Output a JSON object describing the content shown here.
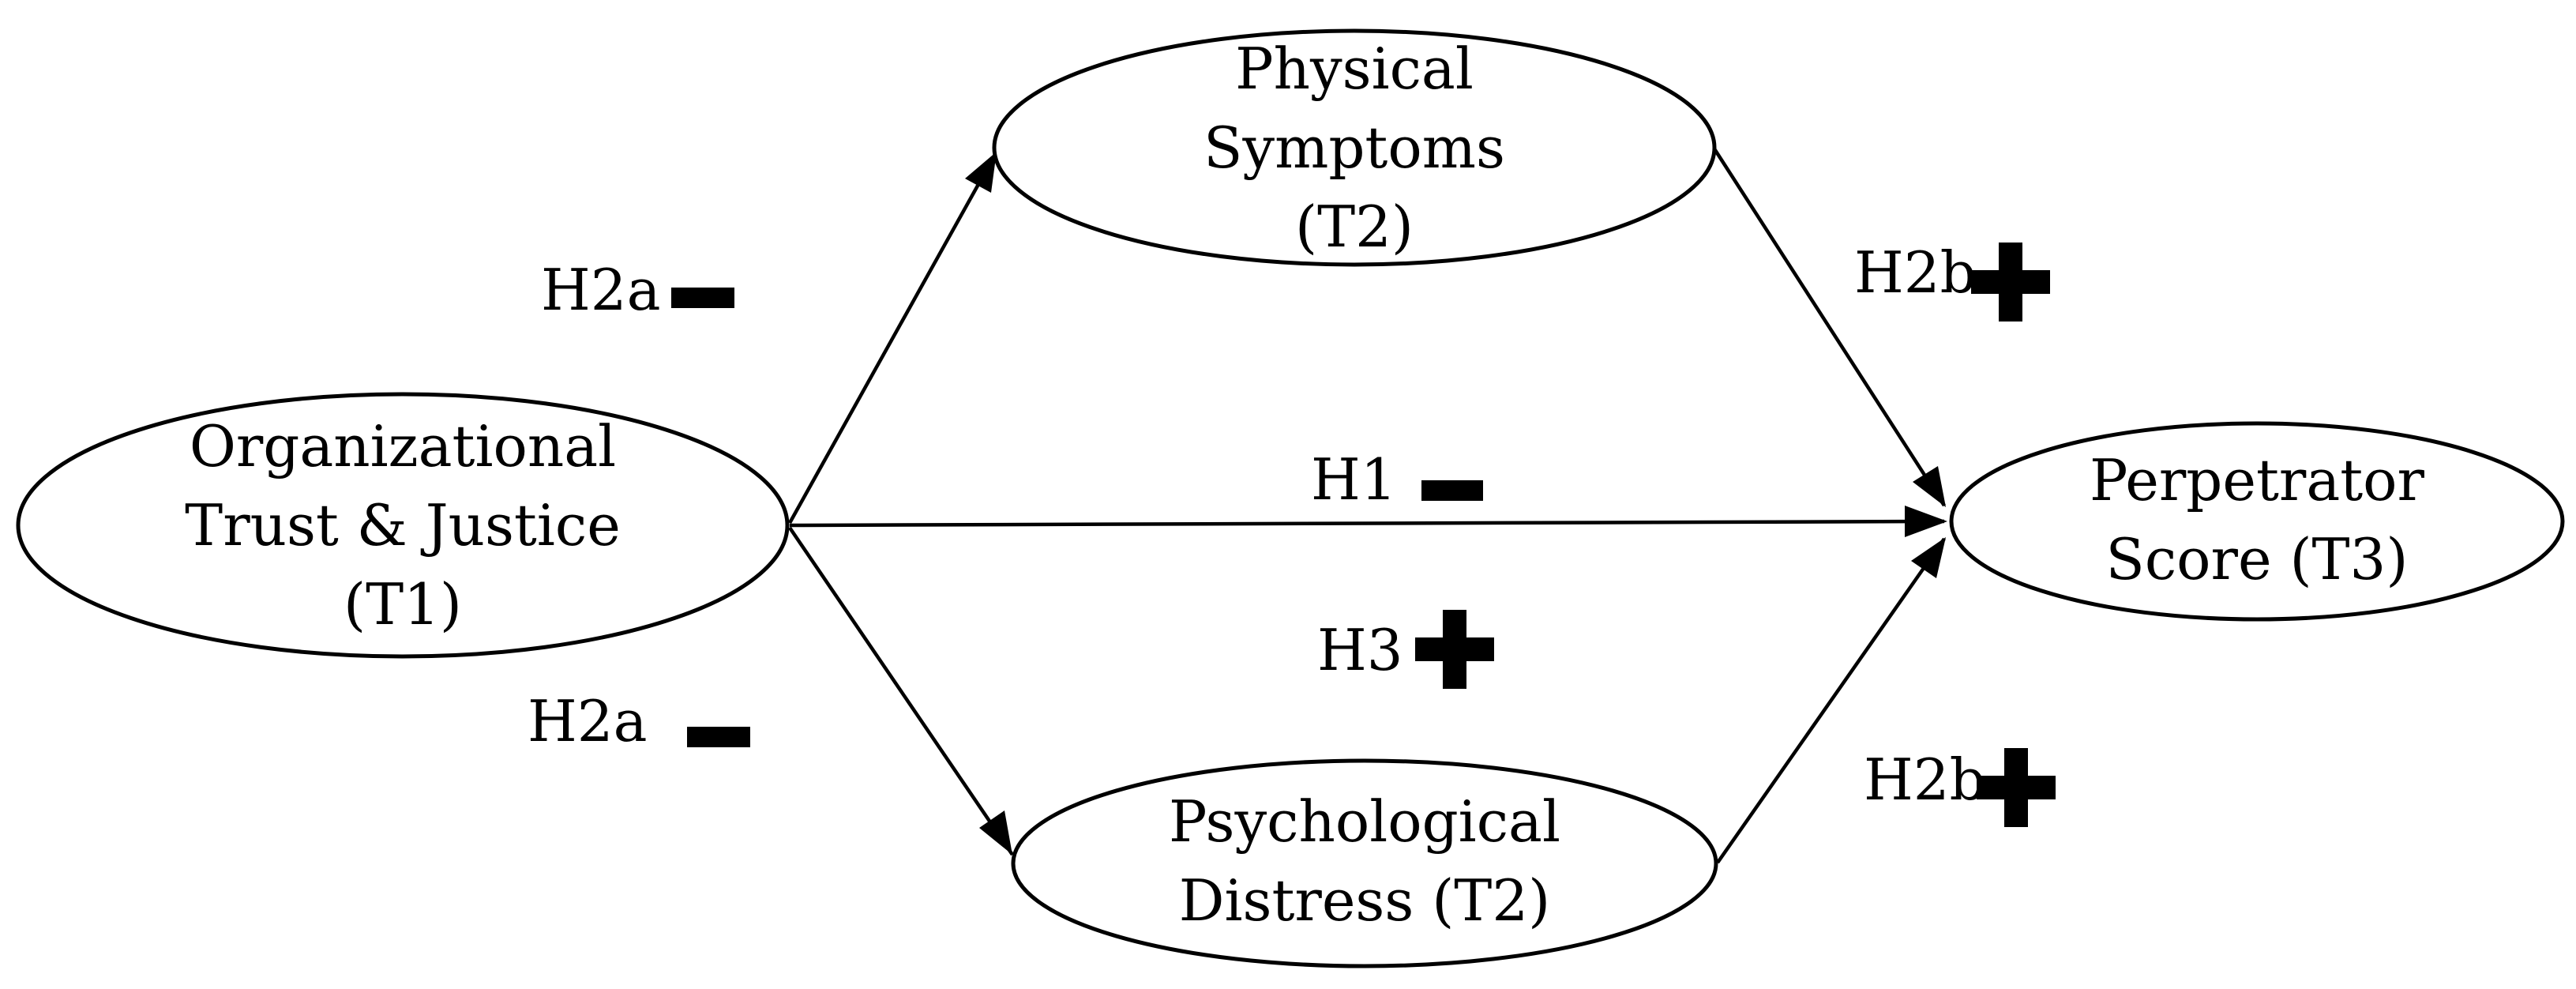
{
  "nodes": {
    "trust_justice": {
      "lines": [
        "Organizational",
        "Trust & Justice",
        "(T1)"
      ]
    },
    "physical_symptoms": {
      "lines": [
        "Physical",
        "Symptoms",
        "(T2)"
      ]
    },
    "psych_distress": {
      "lines": [
        "Psychological",
        "Distress (T2)"
      ]
    },
    "perpetrator": {
      "lines": [
        "Perpetrator",
        "Score (T3)"
      ]
    }
  },
  "paths": {
    "h2a_upper": {
      "label": "H2a",
      "sign": "minus"
    },
    "h2a_lower": {
      "label": "H2a",
      "sign": "minus"
    },
    "h1": {
      "label": "H1",
      "sign": "minus"
    },
    "h3": {
      "label": "H3",
      "sign": "plus"
    },
    "h2b_upper": {
      "label": "H2b",
      "sign": "plus"
    },
    "h2b_lower": {
      "label": "H2b",
      "sign": "plus"
    }
  },
  "colors": {
    "stroke": "#000000",
    "background": "#ffffff"
  }
}
